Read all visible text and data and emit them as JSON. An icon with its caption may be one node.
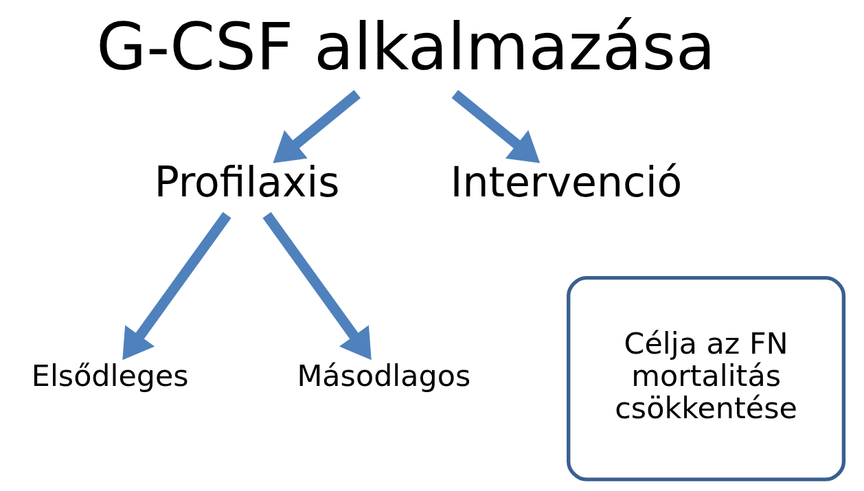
{
  "diagram": {
    "nodes": [
      {
        "text": [
          "G-CSF alkalmazása"
        ]
      },
      {
        "text": [
          "Profilaxis"
        ]
      },
      {
        "text": [
          "Intervenció"
        ]
      },
      {
        "text": [
          "Elsődleges"
        ]
      },
      {
        "text": [
          "Másodlagos"
        ]
      },
      {
        "text": [
          "Célja az FN mortalitás csökkentése"
        ]
      }
    ],
    "edges": [
      {
        "from": 0,
        "to": 1,
        "arrow": "to"
      },
      {
        "from": 0,
        "to": 2,
        "arrow": "to"
      },
      {
        "from": 1,
        "to": 3,
        "arrow": "to"
      },
      {
        "from": 1,
        "to": 4,
        "arrow": "to"
      }
    ]
  }
}
